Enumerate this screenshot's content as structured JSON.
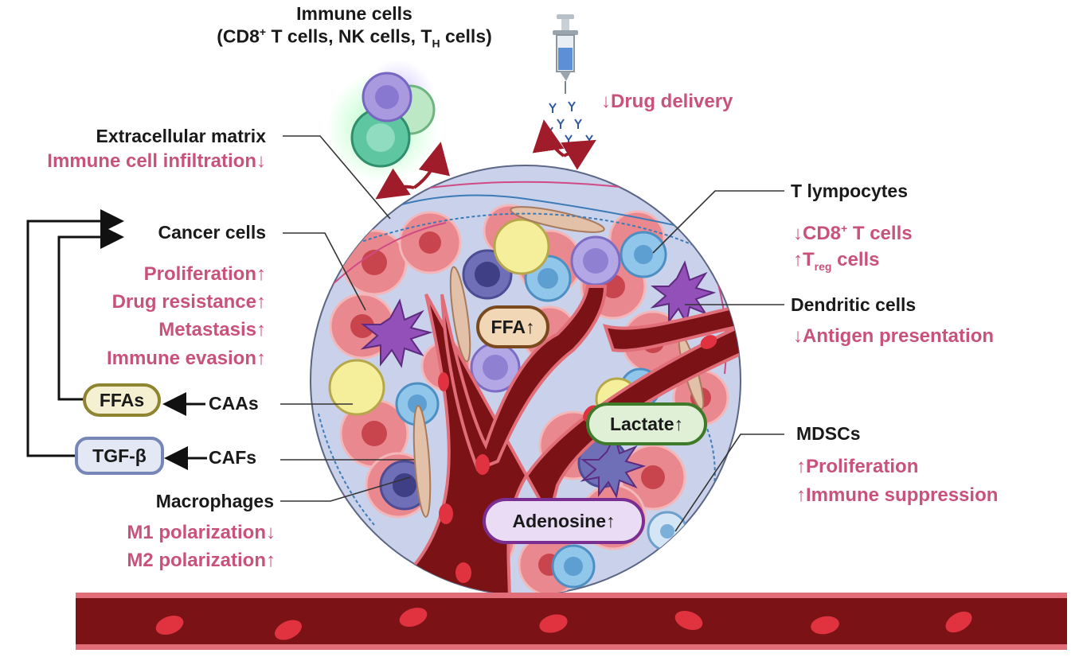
{
  "immune_title": {
    "line1": "Immune cells",
    "line2_a": "(CD8",
    "line2_sup": "+",
    "line2_b": " T cells, NK cells, T",
    "line2_sub": "H",
    "line2_c": " cells)"
  },
  "drug_delivery": "↓Drug delivery",
  "ecm": {
    "label": "Extracellular matrix",
    "effect": "Immune cell infiltration↓"
  },
  "cancer_cells": {
    "label": "Cancer cells",
    "effects": [
      "Proliferation↑",
      "Drug resistance↑",
      "Metastasis↑",
      "Immune evasion↑"
    ]
  },
  "caas": {
    "label": "CAAs",
    "factor": "FFAs"
  },
  "cafs": {
    "label": "CAFs",
    "factor": "TGF-β"
  },
  "macrophages": {
    "label": "Macrophages",
    "effects": [
      "M1 polarization↓",
      "M2 polarization↑"
    ]
  },
  "t_lymphocytes": {
    "label": "T lympocytes",
    "effect1_a": "↓CD8",
    "effect1_sup": "+",
    "effect1_b": " T cells",
    "effect2_a": "↑T",
    "effect2_sub": "reg",
    "effect2_b": " cells"
  },
  "dendritic_cells": {
    "label": "Dendritic cells",
    "effect": "↓Antigen presentation"
  },
  "mdscs": {
    "label": "MDSCs",
    "effects": [
      "↑Proliferation",
      "↑Immune suppression"
    ]
  },
  "metabolites": {
    "ffa": "FFA↑",
    "lactate": "Lactate↑",
    "adenosine": "Adenosine↑"
  },
  "colors": {
    "accent_pink": "#c9527a",
    "vessel": "#7a1216",
    "vessel_edge": "#e06d78",
    "tumor_bg": "#c9d2ea",
    "ffa_fill": "#f1d7b5",
    "ffa_border": "#7a4a1e",
    "lactate_fill": "#dff0d6",
    "lactate_border": "#3f7a2a",
    "adenosine_fill": "#eadcf5",
    "adenosine_border": "#7a2e92",
    "ffas_fill": "#f6f0d2",
    "ffas_border": "#8f8430",
    "tgf_fill": "#e3e8f4",
    "tgf_border": "#7686b6"
  }
}
